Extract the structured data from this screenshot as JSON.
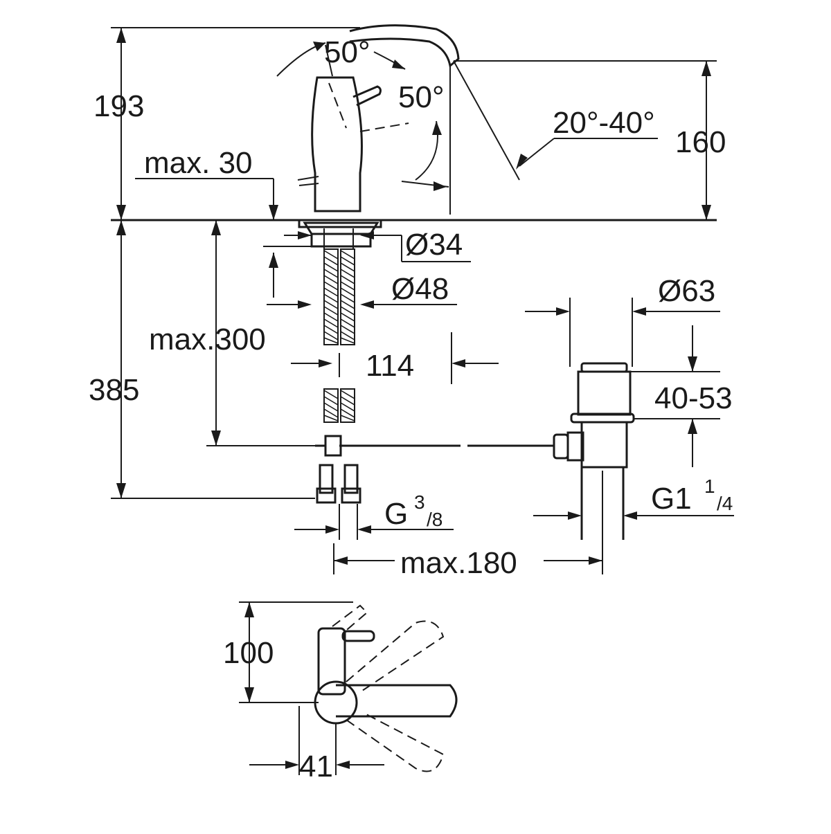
{
  "diagram": {
    "labels": {
      "h193": "193",
      "h160": "160",
      "angle_top": "50°",
      "angle_side": "50°",
      "spout_angle": "20°-40°",
      "max30": "max. 30",
      "dia34": "Ø34",
      "dia48": "Ø48",
      "dia63": "Ø63",
      "max300": "max.300",
      "d114": "114",
      "h385": "385",
      "r40_53": "40-53",
      "g38_main": "G",
      "g38_num": "3",
      "g38_den": "/8",
      "g114_main": "G1",
      "g114_num": "1",
      "g114_den": "/4",
      "max180": "max.180",
      "h100": "100",
      "d41": "41"
    }
  }
}
